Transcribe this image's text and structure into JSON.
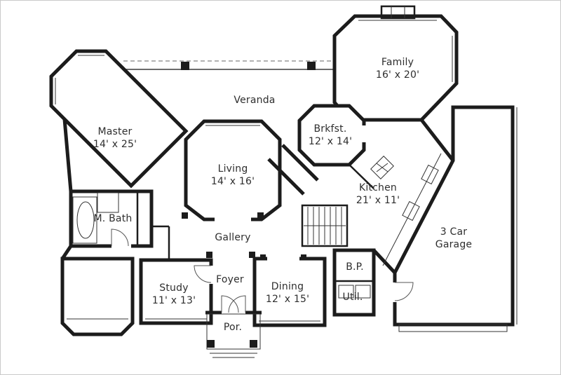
{
  "rooms": {
    "family": {
      "name": "Family",
      "dims": "16' x 20'"
    },
    "veranda": {
      "name": "Veranda"
    },
    "master": {
      "name": "Master",
      "dims": "14' x 25'"
    },
    "brkfst": {
      "name": "Brkfst.",
      "dims": "12' x 14'"
    },
    "living": {
      "name": "Living",
      "dims": "14' x 16'"
    },
    "kitchen": {
      "name": "Kitchen",
      "dims": "21' x 11'"
    },
    "mbath": {
      "name": "M. Bath"
    },
    "gallery": {
      "name": "Gallery"
    },
    "garage": {
      "name": "3 Car Garage"
    },
    "study": {
      "name": "Study",
      "dims": "11' x 13'"
    },
    "foyer": {
      "name": "Foyer"
    },
    "dining": {
      "name": "Dining",
      "dims": "12' x 15'"
    },
    "bp": {
      "name": "B.P."
    },
    "util": {
      "name": "Util."
    },
    "porch": {
      "name": "Por."
    }
  },
  "colors": {
    "wall": "#1c1c1c",
    "text": "#2e2e2e",
    "background": "#ffffff",
    "frame": "#c9c9c9"
  }
}
